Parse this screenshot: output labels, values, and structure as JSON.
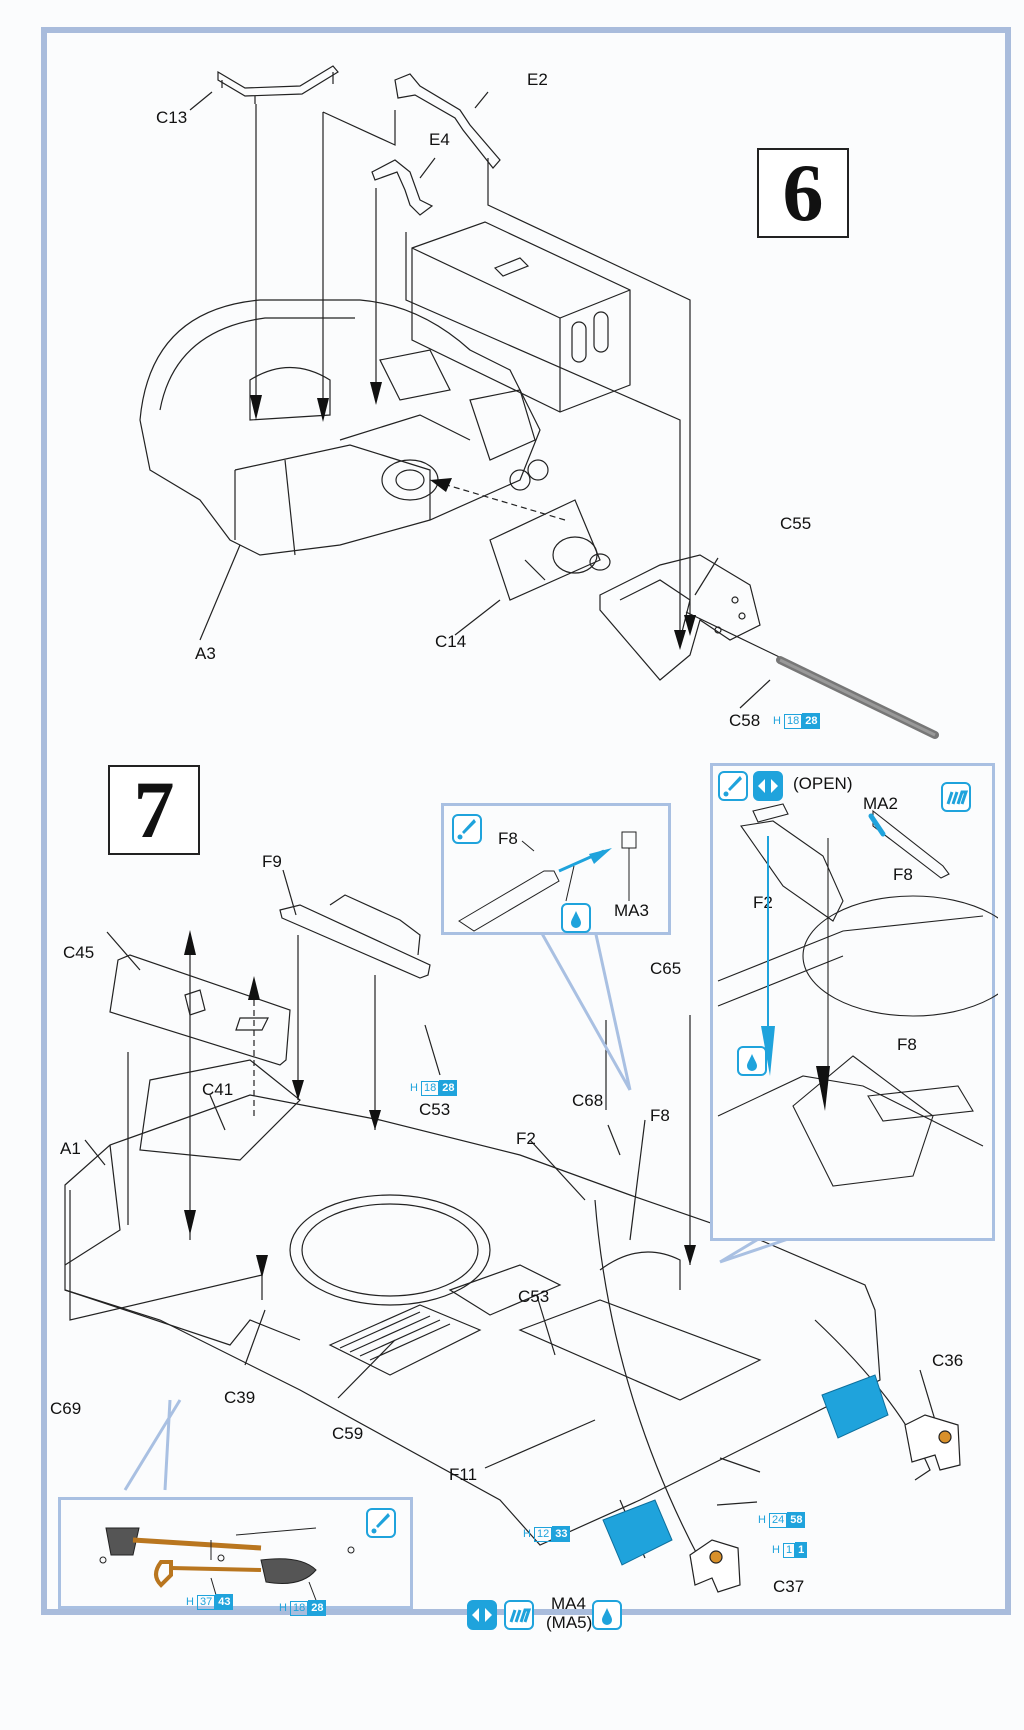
{
  "steps": {
    "six": {
      "number": "6"
    },
    "seven": {
      "number": "7"
    }
  },
  "step6": {
    "labels": {
      "c13": "C13",
      "e2": "E2",
      "e4": "E4",
      "a3": "A3",
      "c14": "C14",
      "c55": "C55",
      "c58": "C58"
    },
    "paint_c58": {
      "prefix": "H",
      "code_a": "18",
      "code_b": "28"
    }
  },
  "step7": {
    "labels": {
      "f9": "F9",
      "c45": "C45",
      "c41": "C41",
      "a1": "A1",
      "c69": "C69",
      "c39": "C39",
      "c59": "C59",
      "f11": "F11",
      "c53_top": "C53",
      "c53_bottom": "C53",
      "f2": "F2",
      "c68": "C68",
      "f8": "F8",
      "c65": "C65",
      "c36": "C36",
      "c37": "C37",
      "ma4": "MA4",
      "ma5": "(MA5)"
    },
    "paint_c53": {
      "prefix": "H",
      "code_a": "18",
      "code_b": "28"
    },
    "paint_ma4": {
      "prefix": "H",
      "code_a": "12",
      "code_b": "33"
    },
    "paint_c37_a": {
      "prefix": "H",
      "code_a": "24",
      "code_b": "58"
    },
    "paint_c37_b": {
      "prefix": "H",
      "code_a": "1",
      "code_b": "1"
    },
    "inset_ma3": {
      "labels": {
        "f8": "F8",
        "ma3": "MA3"
      },
      "icons": [
        "paint-icon",
        "glue-icon"
      ]
    },
    "inset_ma2": {
      "open_note": "(OPEN)",
      "labels": {
        "ma2": "MA2",
        "f2": "F2",
        "f8_top": "F8",
        "f8_bottom": "F8"
      },
      "icons": [
        "paint-icon",
        "bend-icon",
        "file-icon",
        "glue-icon"
      ]
    },
    "inset_tools": {
      "icons": [
        "paint-icon"
      ],
      "paint_handle": {
        "prefix": "H",
        "code_a": "37",
        "code_b": "43"
      },
      "paint_blade": {
        "prefix": "H",
        "code_a": "18",
        "code_b": "28"
      }
    },
    "ma4_icons": [
      "bend-icon",
      "file-icon",
      "glue-icon"
    ]
  },
  "colors": {
    "frame": "#a9bcdc",
    "accent": "#1fa3dc",
    "orange": "#d8902a",
    "ink": "#111111"
  }
}
